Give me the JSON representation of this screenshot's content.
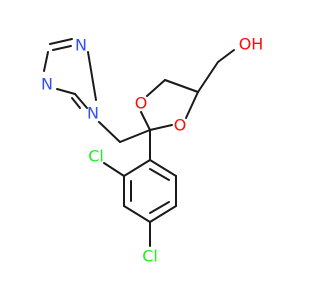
{
  "molecule": {
    "atoms": {
      "hydroxyl": "OH",
      "ring_oxygen_1": "O",
      "ring_oxygen_2": "O",
      "triazole_n1": "N",
      "triazole_n2": "N",
      "triazole_n4": "N",
      "chlorine_1": "Cl",
      "chlorine_2": "Cl"
    },
    "colors": {
      "bond": "#1a1a1a",
      "oxygen": "#ff0d0d",
      "nitrogen": "#3050f8",
      "chlorine": "#1ff01f"
    }
  }
}
